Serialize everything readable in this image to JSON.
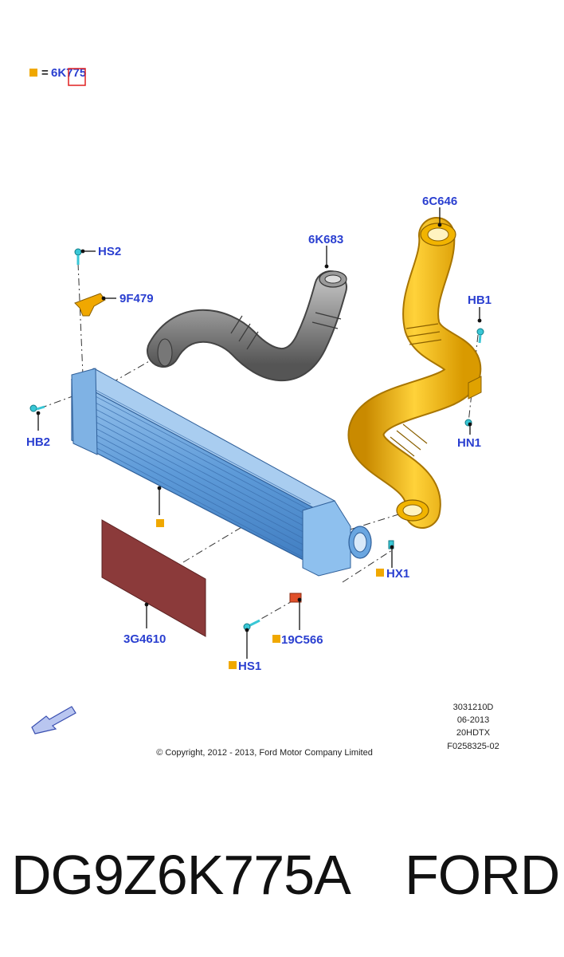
{
  "legend": {
    "equals": "=",
    "part": "6K775"
  },
  "labels": {
    "hs2": "HS2",
    "bracket": "9F479",
    "hb2": "HB2",
    "hose_left": "6K683",
    "hose_right": "6C646",
    "hb1": "HB1",
    "hn1": "HN1",
    "hx1": "HX1",
    "deflector": "3G4610",
    "clip": "19C566",
    "hs1": "HS1"
  },
  "meta": {
    "line1": "3031210D",
    "line2": "06-2013",
    "line3": "20HDTX",
    "line4": "F0258325-02"
  },
  "copyright": "© Copyright, 2012 - 2013, Ford Motor Company Limited",
  "footer": {
    "part_number": "DG9Z6K775A",
    "brand": "FORD"
  },
  "colors": {
    "label": "#2a3fd0",
    "marker": "#f0a800",
    "intercooler": "#6aa6e0",
    "hose_grey": "#8a8a8a",
    "hose_yellow": "#f2b400",
    "panel": "#8b3a3a",
    "clip": "#e0502a"
  }
}
